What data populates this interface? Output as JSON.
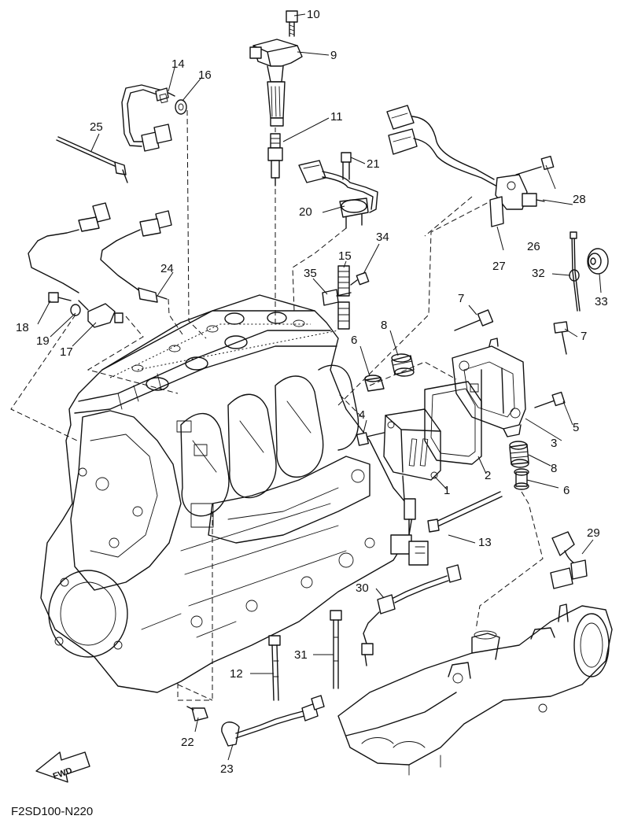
{
  "diagram": {
    "code": "F2SD100-N220",
    "direction_label": "FWD",
    "callouts": {
      "c1": "1",
      "c2": "2",
      "c3": "3",
      "c4": "4",
      "c5": "5",
      "c6a": "6",
      "c6b": "6",
      "c7a": "7",
      "c7b": "7",
      "c8a": "8",
      "c8b": "8",
      "c9": "9",
      "c10": "10",
      "c11": "11",
      "c12": "12",
      "c13": "13",
      "c14": "14",
      "c15": "15",
      "c16": "16",
      "c17": "17",
      "c18": "18",
      "c19": "19",
      "c20": "20",
      "c21": "21",
      "c22": "22",
      "c23": "23",
      "c24": "24",
      "c25": "25",
      "c26": "26",
      "c27": "27",
      "c28": "28",
      "c29": "29",
      "c30": "30",
      "c31": "31",
      "c32": "32",
      "c33": "33",
      "c34": "34",
      "c35": "35"
    }
  }
}
